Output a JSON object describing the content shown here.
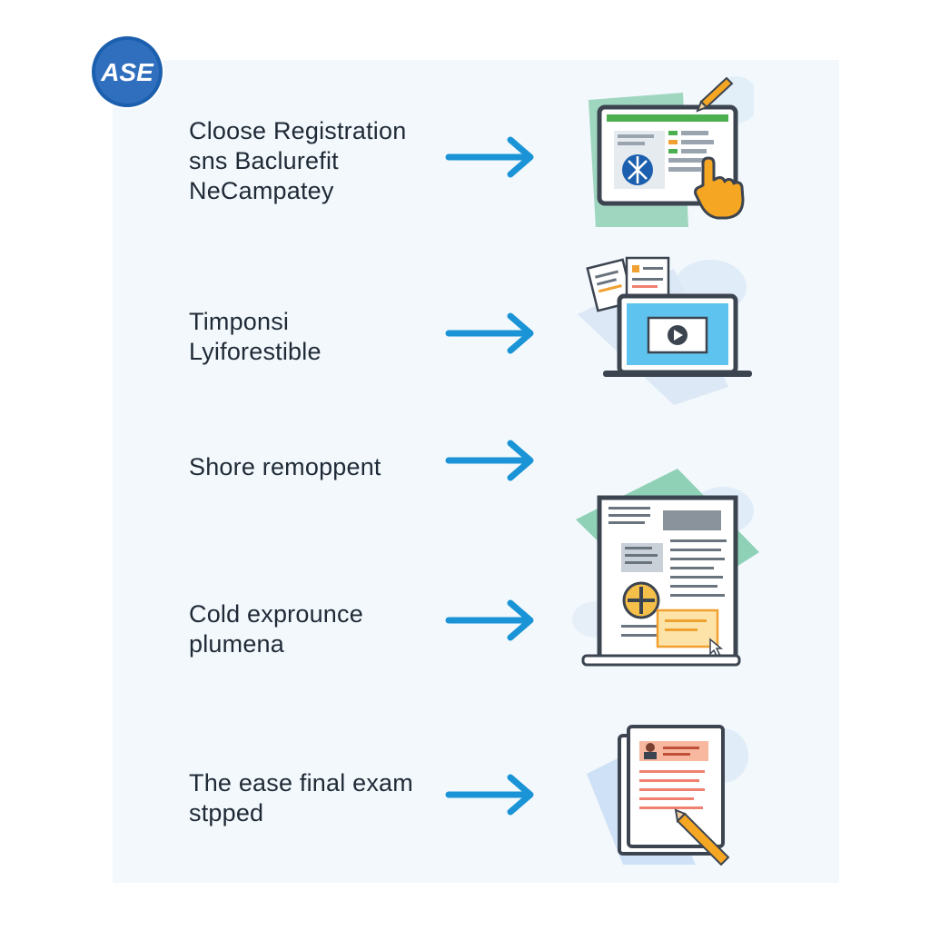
{
  "logo": {
    "text": "ASE",
    "color": "#1b5fae"
  },
  "colors": {
    "arrow": "#1a94d6",
    "panel": "#f2f8fc",
    "text": "#1f2a36"
  },
  "steps": [
    {
      "lines": [
        "Cloose Registration",
        "sns Baclurefit",
        "NeCampatey"
      ],
      "icon": "laptop-touch-icon"
    },
    {
      "lines": [
        "Timponsi",
        "Lyiforestible"
      ],
      "icon": "laptop-video-icon"
    },
    {
      "lines": [
        "Shore remoppent"
      ],
      "icon": ""
    },
    {
      "lines": [
        "Cold exprounce",
        "plumena"
      ],
      "icon": "document-laptop-icon"
    },
    {
      "lines": [
        "The ease final exam",
        "stpped"
      ],
      "icon": "exam-paper-pencil-icon"
    }
  ]
}
